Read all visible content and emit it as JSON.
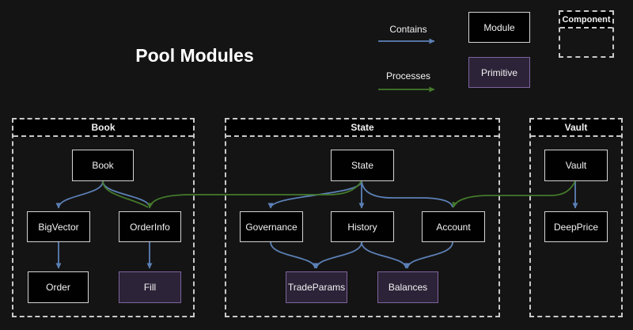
{
  "title": "Pool Modules",
  "legend": {
    "contains_label": "Contains",
    "processes_label": "Processes",
    "module_label": "Module",
    "primitive_label": "Primitive",
    "component_label": "Component"
  },
  "groups": {
    "book": "Book",
    "state": "State",
    "vault": "Vault"
  },
  "nodes": {
    "book": "Book",
    "bigvector": "BigVector",
    "orderinfo": "OrderInfo",
    "order": "Order",
    "fill": "Fill",
    "state": "State",
    "governance": "Governance",
    "history": "History",
    "account": "Account",
    "tradeparams": "TradeParams",
    "balances": "Balances",
    "vault": "Vault",
    "deepprice": "DeepPrice"
  },
  "node_types": {
    "module": [
      "Book",
      "BigVector",
      "OrderInfo",
      "Order",
      "State",
      "Governance",
      "History",
      "Account",
      "Vault",
      "DeepPrice"
    ],
    "primitive": [
      "Fill",
      "TradeParams",
      "Balances"
    ]
  },
  "edges": {
    "contains": [
      [
        "Book",
        "BigVector"
      ],
      [
        "Book",
        "OrderInfo"
      ],
      [
        "BigVector",
        "Order"
      ],
      [
        "OrderInfo",
        "Fill"
      ],
      [
        "State",
        "Governance"
      ],
      [
        "State",
        "History"
      ],
      [
        "State",
        "Account"
      ],
      [
        "Governance",
        "TradeParams"
      ],
      [
        "History",
        "TradeParams"
      ],
      [
        "History",
        "Balances"
      ],
      [
        "Account",
        "Balances"
      ],
      [
        "Vault",
        "DeepPrice"
      ]
    ],
    "processes": [
      [
        "State",
        "OrderInfo"
      ],
      [
        "Vault",
        "Account"
      ]
    ]
  },
  "colors": {
    "background": "#141414",
    "header_fill": "#000000",
    "module_fill": "#010101",
    "module_border": "#d4d4d4",
    "container_border": "#c9c9c9",
    "primitive_fill": "#2c2338",
    "primitive_border": "#7e639c",
    "contains_arrow": "#5c80b6",
    "processes_arrow": "#447a2b",
    "text": "#f2f2f2"
  }
}
